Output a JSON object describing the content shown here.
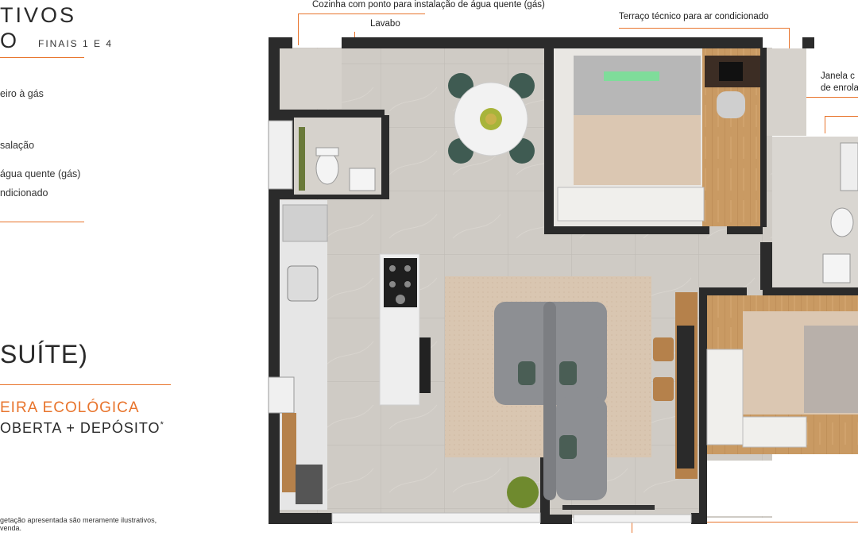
{
  "header": {
    "title_line1": "TIVOS",
    "title_line2": "O",
    "finais": "FINAIS 1 E 4"
  },
  "features": [
    "eiro à gás",
    "salação",
    "água quente (gás)",
    "ndicionado"
  ],
  "plan_type": "SUÍTE)",
  "highlight_orange": "EIRA ECOLÓGICA",
  "highlight_dark": "OBERTA + DEPÓSITO",
  "asterisk": "*",
  "disclaimer": [
    "getação apresentada são meramente ilustrativos,",
    "venda."
  ],
  "callouts": {
    "cozinha": "Cozinha com ponto para instalação de água quente (gás)",
    "lavabo": "Lavabo",
    "terraco": "Terraço técnico para ar condicionado",
    "janela_1": "Janela c",
    "janela_2": "de enrola"
  },
  "colors": {
    "accent": "#e8742c",
    "wall": "#2b2b2b",
    "floor": "#cfcbc5",
    "wood": "#c99a63",
    "rug": "#d9c6b1",
    "sofa": "#8d8f93"
  }
}
